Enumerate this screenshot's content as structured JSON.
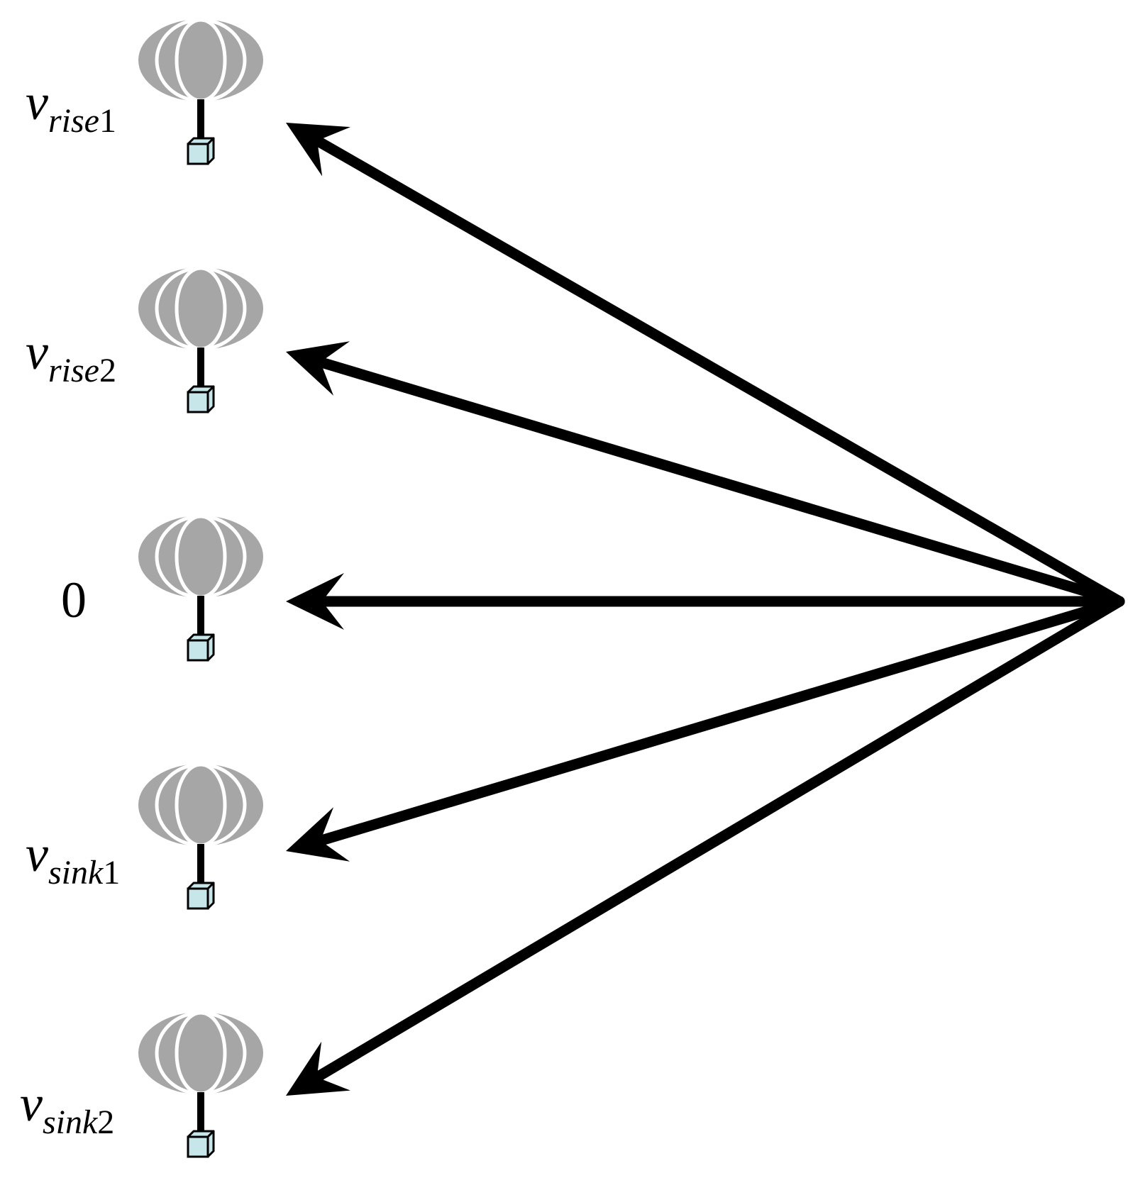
{
  "balloons": [
    {
      "id": "rise1",
      "label": {
        "var": "v",
        "sub": "rise",
        "idx": "1"
      }
    },
    {
      "id": "rise2",
      "label": {
        "var": "v",
        "sub": "rise",
        "idx": "2"
      }
    },
    {
      "id": "zero",
      "label": {
        "text": "0"
      }
    },
    {
      "id": "sink1",
      "label": {
        "var": "v",
        "sub": "sink",
        "idx": "1"
      }
    },
    {
      "id": "sink2",
      "label": {
        "var": "v",
        "sub": "sink",
        "idx": "2"
      }
    }
  ],
  "colors": {
    "balloon_fill": "#a6a6a6",
    "balloon_seams": "#ffffff",
    "payload_fill": "#c6e6ea",
    "ink": "#000000"
  },
  "icons": [
    "balloon-icon",
    "payload-box-icon",
    "arrow"
  ]
}
